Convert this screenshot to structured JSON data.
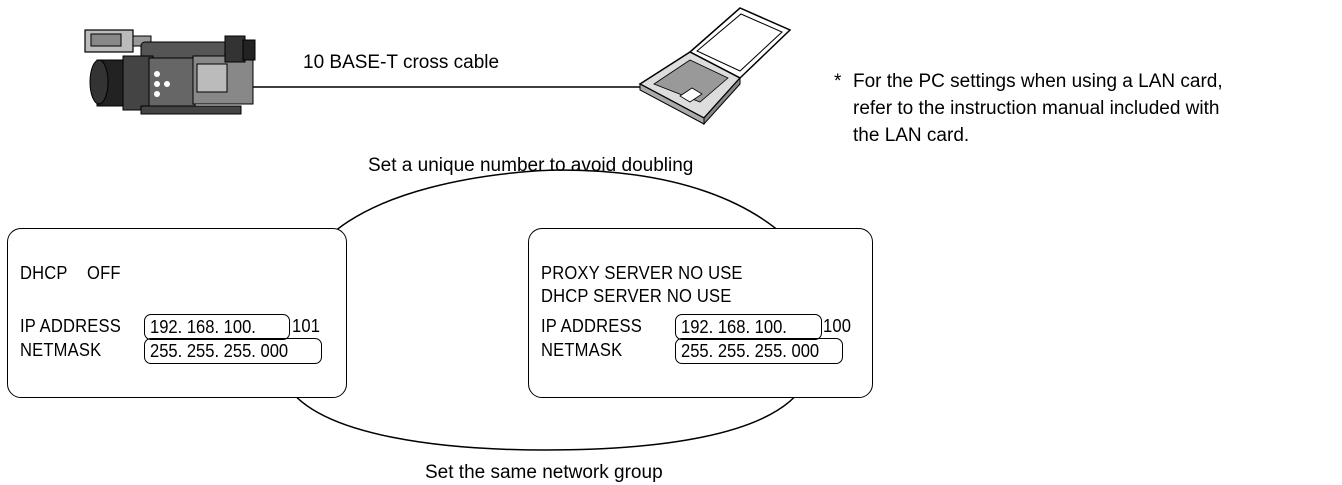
{
  "cable_label": "10 BASE-T cross cable",
  "note": {
    "bullet": "*",
    "lines": [
      "For the PC settings when using a LAN card,",
      "refer to the instruction manual included with",
      "the LAN card."
    ]
  },
  "top_arrow_label": "Set a unique number to avoid doubling",
  "bottom_arrow_label": "Set the same network group",
  "camera_panel": {
    "dhcp_key": "DHCP",
    "dhcp_value": "OFF",
    "ip_key": "IP ADDRESS",
    "ip_prefix": "192. 168. 100.",
    "ip_host": "101",
    "netmask_key": "NETMASK",
    "netmask_value": "255. 255. 255. 000"
  },
  "pc_panel": {
    "proxy_line": "PROXY SERVER NO USE",
    "dhcp_server_line": "DHCP SERVER NO USE",
    "ip_key": "IP ADDRESS",
    "ip_prefix": "192. 168. 100.",
    "ip_host": "100",
    "netmask_key": "NETMASK",
    "netmask_value": "255. 255. 255. 000"
  }
}
